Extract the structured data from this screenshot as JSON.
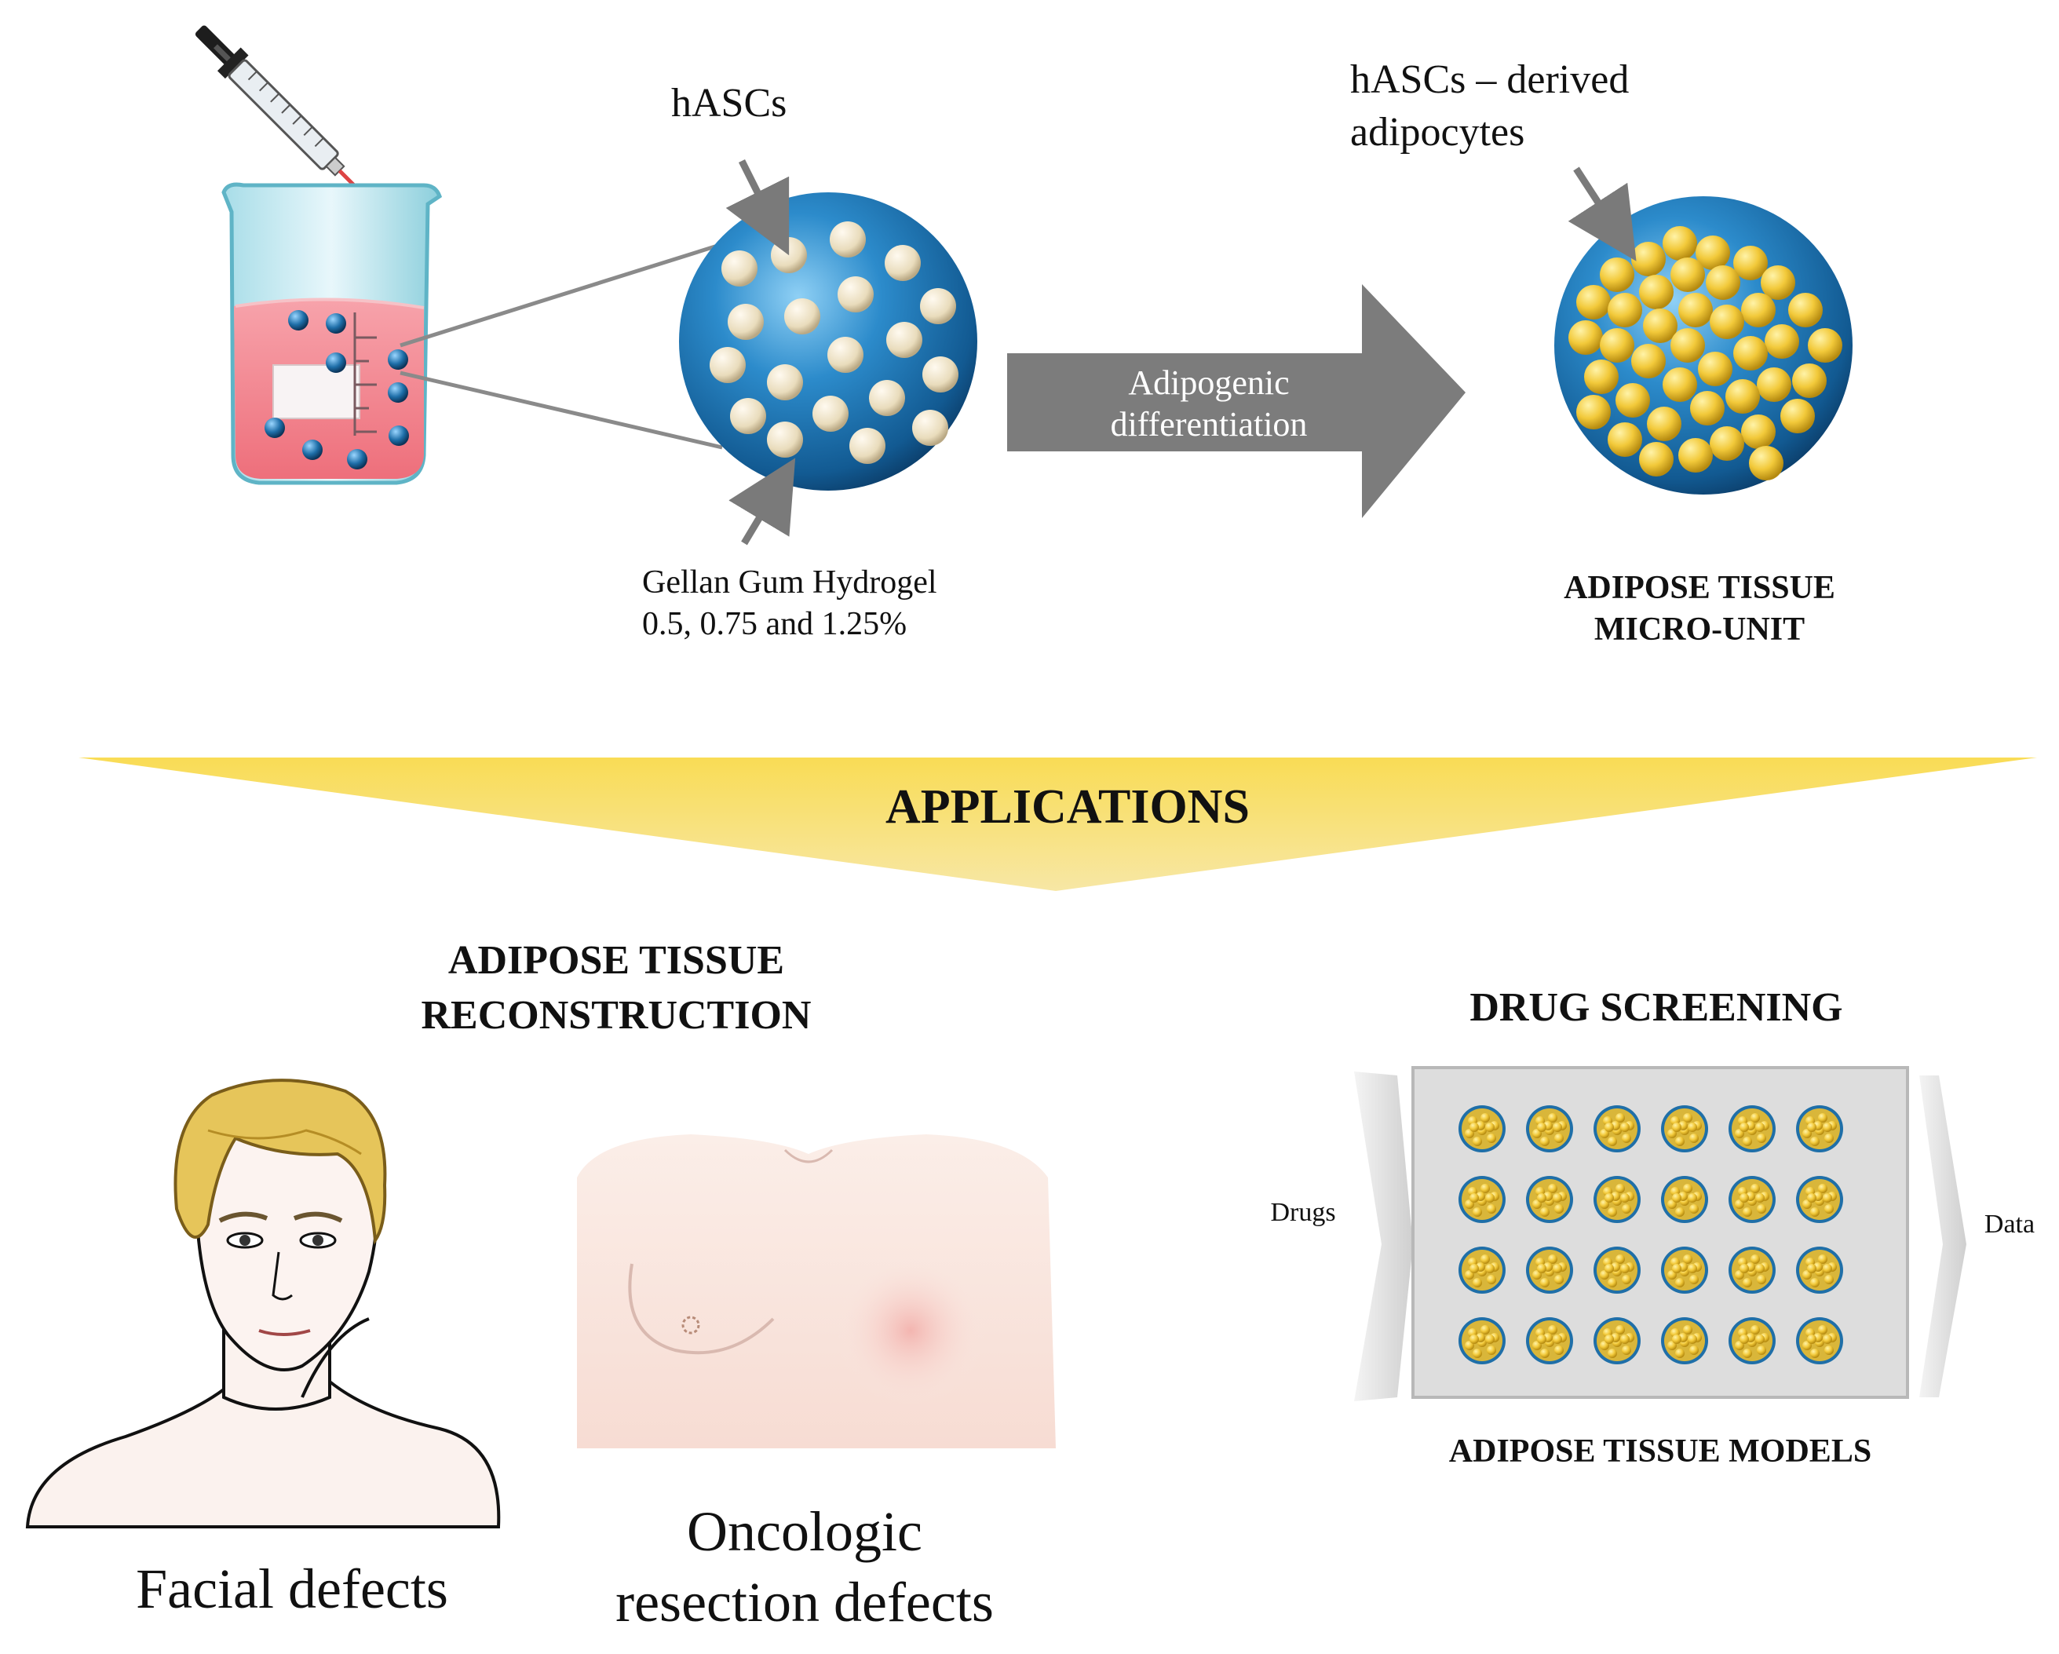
{
  "top": {
    "hascs_label": "hASCs",
    "derived_line1": "hASCs – derived",
    "derived_line2": "adipocytes",
    "arrow_line1": "Adipogenic",
    "arrow_line2": "differentiation",
    "gellan_line1": "Gellan Gum Hydrogel",
    "gellan_line2": "0.5, 0.75 and 1.25%",
    "unit_line1": "ADIPOSE TISSUE",
    "unit_line2": "MICRO-UNIT"
  },
  "banner": {
    "title": "APPLICATIONS"
  },
  "left_section": {
    "title_line1": "ADIPOSE TISSUE",
    "title_line2": "RECONSTRUCTION",
    "caption_face": "Facial defects",
    "caption_breast_line1": "Oncologic",
    "caption_breast_line2": "resection defects"
  },
  "right_section": {
    "title": "DRUG SCREENING",
    "input_label": "Drugs",
    "output_label": "Data",
    "caption": "ADIPOSE TISSUE MODELS",
    "plate_rows": 4,
    "plate_cols": 6
  },
  "colors": {
    "banner_yellow": "#f6d033",
    "bead_blue": "#1f6fa8",
    "cell_cream": "#efe3c4",
    "adipocyte_yellow": "#e8c23a",
    "arrow_grey": "#7a7a7a",
    "liquid_pink": "#f2868f"
  }
}
